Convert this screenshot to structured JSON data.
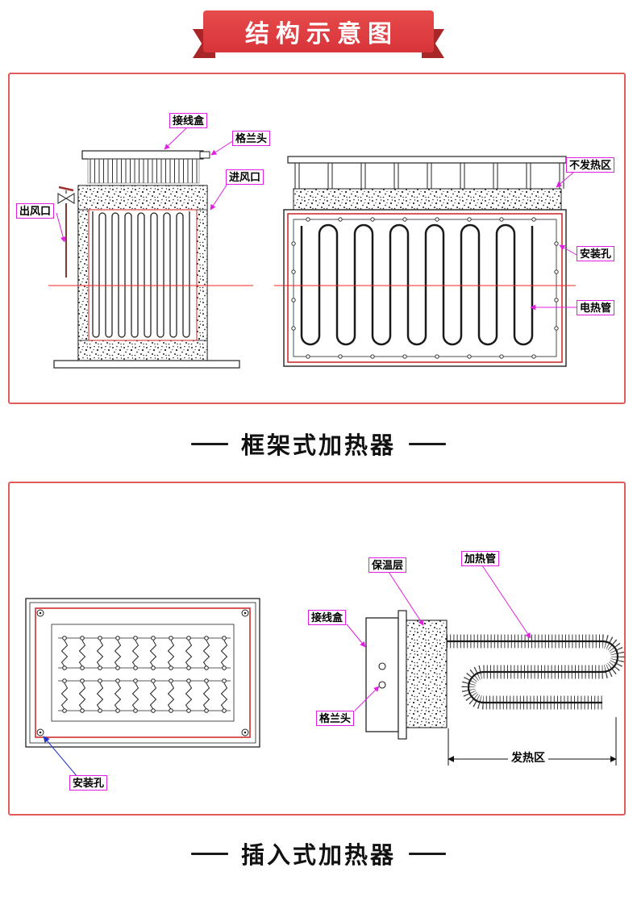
{
  "banner": {
    "title": "结构示意图"
  },
  "panel1": {
    "caption": "框架式加热器",
    "labels": {
      "junction_box": "接线盒",
      "gland_head": "格兰头",
      "air_inlet": "进风口",
      "air_outlet": "出风口",
      "non_heating_zone": "不发热区",
      "mounting_hole": "安装孔",
      "heating_tube": "电热管"
    }
  },
  "panel2": {
    "caption": "插入式加热器",
    "labels": {
      "insulation_layer": "保温层",
      "heating_tube": "加热管",
      "junction_box": "接线盒",
      "gland_head": "格兰头",
      "mounting_hole": "安装孔",
      "heating_zone": "发热区"
    }
  },
  "colors": {
    "banner_red": "#d8343a",
    "ribbon_fold_red": "#a82528",
    "panel_border_red": "#e05b5b",
    "drawing_frame_red": "#cc2222",
    "centerline_red": "#ff2222",
    "callout_magenta": "#e020e0",
    "leader_blue": "#2233cc",
    "drawing_black": "#222222"
  }
}
